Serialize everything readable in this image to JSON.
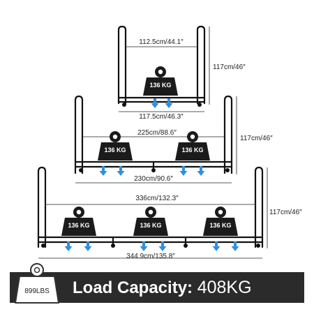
{
  "top_rack": {
    "inner_width": "112.5cm/44.1″",
    "outer_width": "117.5cm/46.3″",
    "height": "117cm/46″",
    "weights": [
      "136 KG"
    ]
  },
  "middle_rack": {
    "inner_width": "225cm/88.6″",
    "outer_width": "230cm/90.6″",
    "height": "117cm/46″",
    "weights": [
      "136 KG",
      "136 KG"
    ]
  },
  "bottom_rack": {
    "inner_width": "336cm/132.3″",
    "outer_width": "344.9cm/135.8″",
    "height": "117cm/46″",
    "weights": [
      "136 KG",
      "136 KG",
      "136 KG"
    ]
  },
  "banner": {
    "badge_label": "899LBS",
    "capacity_label": "Load Capacity:",
    "capacity_value": "408KG"
  },
  "colors": {
    "arrow": "#2e8fe0",
    "rack": "#111111",
    "weight": "#1b1b1b",
    "banner_bg": "#2b2b2b"
  }
}
